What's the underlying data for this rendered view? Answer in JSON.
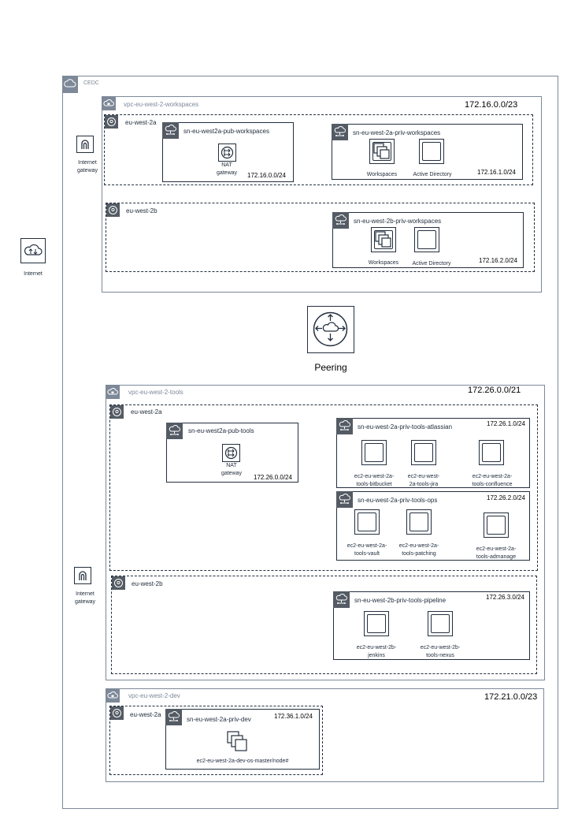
{
  "cloud": {
    "label": "CEDC"
  },
  "internet": {
    "label": "Internet"
  },
  "igw_top": {
    "line1": "Internet",
    "line2": "gateway"
  },
  "igw_bottom": {
    "line1": "Internet",
    "line2": "gateway"
  },
  "peering": {
    "label": "Peering"
  },
  "vpc_workspaces": {
    "name": "vpc-eu-west-2-workspaces",
    "cidr": "172.16.0.0/23",
    "az_a": {
      "name": "eu-west-2a"
    },
    "az_b": {
      "name": "eu-west-2b"
    },
    "pub": {
      "name": "sn-eu-west2a-pub-workspaces",
      "cidr": "172.16.0.0/24",
      "nat_line1": "NAT",
      "nat_line2": "gateway"
    },
    "priv_a": {
      "name": "sn-eu-west-2a-priv-workspaces",
      "cidr": "172.16.1.0/24",
      "ws": "Workspaces",
      "ad": "Active Directory"
    },
    "priv_b": {
      "name": "sn-eu-west-2b-priv-workspaces",
      "cidr": "172.16.2.0/24",
      "ws": "Workspaces",
      "ad": "Active Directory"
    }
  },
  "vpc_tools": {
    "name": "vpc-eu-west-2-tools",
    "cidr": "172.26.0.0/21",
    "az_a": {
      "name": "eu-west-2a"
    },
    "az_b": {
      "name": "eu-west-2b"
    },
    "pub": {
      "name": "sn-eu-west2a-pub-tools",
      "cidr": "172.26.0.0/24",
      "nat_line1": "NAT",
      "nat_line2": "gateway"
    },
    "atlassian": {
      "name": "sn-eu-west-2a-priv-tools-atlassian",
      "cidr": "172.26.1.0/24",
      "i1": [
        "ec2-eu-west-2a-",
        "tools-bitbucket"
      ],
      "i2": [
        "ec2-eu-west-",
        "2a-tools-jira"
      ],
      "i3": [
        "ec2-eu-west-2a-",
        "tools-confluence"
      ]
    },
    "ops": {
      "name": "sn-eu-west-2a-priv-tools-ops",
      "cidr": "172.26.2.0/24",
      "i1": [
        "ec2-eu-west-2a-",
        "tools-vault"
      ],
      "i2": [
        "ec2-eu-west-2a-",
        "tools-patching"
      ],
      "i3": [
        "ec2-eu-west-2a-",
        "tools-admanage"
      ]
    },
    "pipeline": {
      "name": "sn-eu-west-2b-priv-tools-pipeline",
      "cidr": "172.26.3.0/24",
      "i1": [
        "ec2-eu-west-2b-",
        "jenkins"
      ],
      "i2": [
        "ec2-eu-west-2b-",
        "tools-nexus"
      ]
    }
  },
  "vpc_dev": {
    "name": "vpc-eu-west-2-dev",
    "cidr": "172.21.0.0/23",
    "az_a": {
      "name": "eu-west-2a"
    },
    "priv": {
      "name": "sn-eu-west-2a-priv-dev",
      "cidr": "172.36.1.0/24",
      "inst": "ec2-eu-west-2a-dev-os-master/node#"
    }
  },
  "icons": {
    "cloud_tab": "aws-cloud-icon",
    "vpc_tab": "vpc-icon",
    "az_tab": "availability-zone-icon",
    "subnet_tab": "subnet-icon",
    "igw": "internet-gateway-icon",
    "nat": "nat-gateway-icon",
    "ws": "workspaces-icon",
    "ec2": "ec2-instance-icon",
    "peering": "peering-icon"
  },
  "colors": {
    "grey": "#7d8998",
    "dark": "#232f3e"
  }
}
